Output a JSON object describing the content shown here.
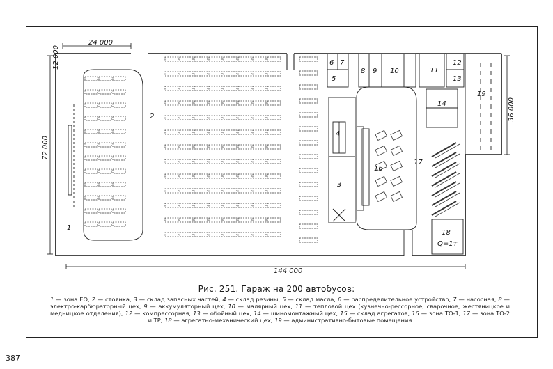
{
  "figure": {
    "dimensions": {
      "top_width": "24 000",
      "total_width": "144 000",
      "left_height": "72 000",
      "right_height": "36 000",
      "small_left": "12 000"
    },
    "room_labels": [
      "1",
      "2",
      "3",
      "4",
      "5",
      "6",
      "7",
      "8",
      "9",
      "10",
      "11",
      "12",
      "13",
      "14",
      "16",
      "17",
      "18",
      "19"
    ],
    "crane_label": "Q=1т"
  },
  "caption": {
    "title": "Рис. 251. Гараж на 200 автобусов:",
    "legend": [
      {
        "num": "1",
        "text": "зона ЕО;"
      },
      {
        "num": "2",
        "text": "стоянка;"
      },
      {
        "num": "3",
        "text": "склад запасных частей;"
      },
      {
        "num": "4",
        "text": "склад резины;"
      },
      {
        "num": "5",
        "text": "склад масла;"
      },
      {
        "num": "6",
        "text": "распределительное устройство;"
      },
      {
        "num": "7",
        "text": "насосная;"
      },
      {
        "num": "8",
        "text": "электро-карбюраторный цех;"
      },
      {
        "num": "9",
        "text": "аккумуляторный цех;"
      },
      {
        "num": "10",
        "text": "малярный цех;"
      },
      {
        "num": "11",
        "text": "тепловой цех (кузнечно-рессорное, сварочное, жестяницкое и медницкое отделения);"
      },
      {
        "num": "12",
        "text": "компрессорная;"
      },
      {
        "num": "13",
        "text": "обойный цех;"
      },
      {
        "num": "14",
        "text": "шиномонтажный цех;"
      },
      {
        "num": "15",
        "text": "склад агрегатов;"
      },
      {
        "num": "16",
        "text": "зона ТО-1;"
      },
      {
        "num": "17",
        "text": "зона ТО-2 и ТР;"
      },
      {
        "num": "18",
        "text": "агрегатно-механический цех;"
      },
      {
        "num": "19",
        "text": "административно-бытовые помещения"
      }
    ]
  },
  "page": {
    "number": "387"
  }
}
